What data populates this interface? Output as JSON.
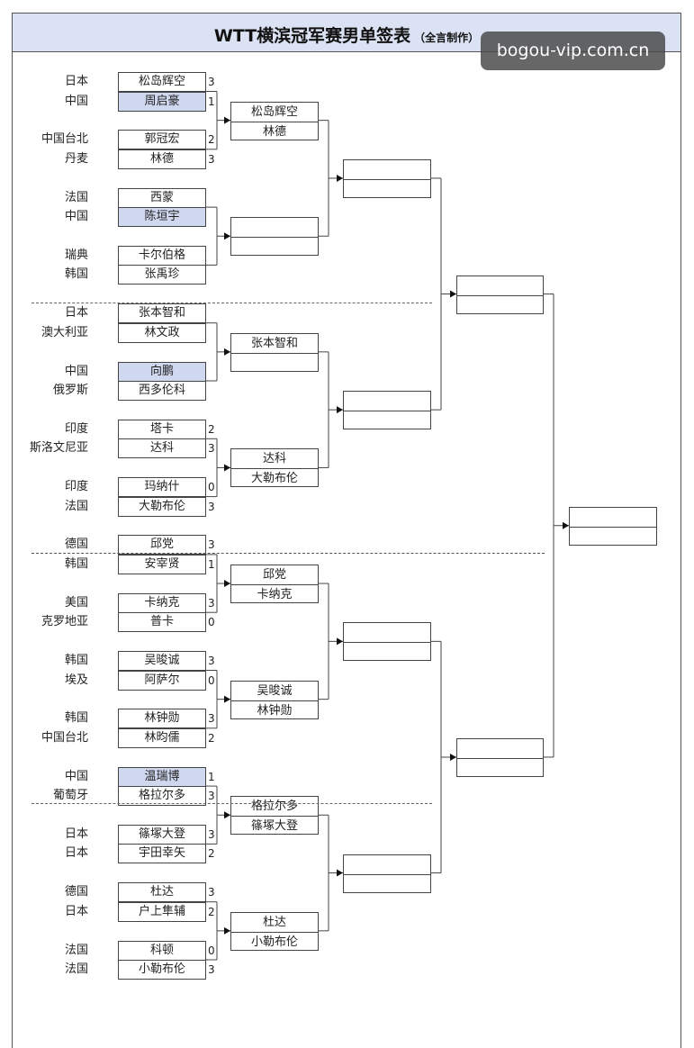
{
  "title": "WTT横滨冠军赛男单签表",
  "title_sub": "（全言制作）",
  "watermark": "bogou-vip.com.cn",
  "colors": {
    "header_bg": "#dbe2f4",
    "china_highlight": "#d0d8ef",
    "line": "#444444"
  },
  "round1": [
    {
      "country": "日本",
      "player": "松岛辉空",
      "score": "3",
      "highlight": false
    },
    {
      "country": "中国",
      "player": "周启豪",
      "score": "1",
      "highlight": true
    },
    {
      "country": "中国台北",
      "player": "郭冠宏",
      "score": "2",
      "highlight": false
    },
    {
      "country": "丹麦",
      "player": "林德",
      "score": "3",
      "highlight": false
    },
    {
      "country": "法国",
      "player": "西蒙",
      "score": "",
      "highlight": false
    },
    {
      "country": "中国",
      "player": "陈垣宇",
      "score": "",
      "highlight": true
    },
    {
      "country": "瑞典",
      "player": "卡尔伯格",
      "score": "",
      "highlight": false
    },
    {
      "country": "韩国",
      "player": "张禹珍",
      "score": "",
      "highlight": false
    },
    {
      "country": "日本",
      "player": "张本智和",
      "score": "",
      "highlight": false
    },
    {
      "country": "澳大利亚",
      "player": "林文政",
      "score": "",
      "highlight": false
    },
    {
      "country": "中国",
      "player": "向鹏",
      "score": "",
      "highlight": true
    },
    {
      "country": "俄罗斯",
      "player": "西多伦科",
      "score": "",
      "highlight": false
    },
    {
      "country": "印度",
      "player": "塔卡",
      "score": "2",
      "highlight": false
    },
    {
      "country": "斯洛文尼亚",
      "player": "达科",
      "score": "3",
      "highlight": false
    },
    {
      "country": "印度",
      "player": "玛纳什",
      "score": "0",
      "highlight": false
    },
    {
      "country": "法国",
      "player": "大勒布伦",
      "score": "3",
      "highlight": false
    },
    {
      "country": "德国",
      "player": "邱党",
      "score": "3",
      "highlight": false
    },
    {
      "country": "韩国",
      "player": "安宰贤",
      "score": "1",
      "highlight": false
    },
    {
      "country": "美国",
      "player": "卡纳克",
      "score": "3",
      "highlight": false
    },
    {
      "country": "克罗地亚",
      "player": "普卡",
      "score": "0",
      "highlight": false
    },
    {
      "country": "韩国",
      "player": "吴晙诚",
      "score": "3",
      "highlight": false
    },
    {
      "country": "埃及",
      "player": "阿萨尔",
      "score": "0",
      "highlight": false
    },
    {
      "country": "韩国",
      "player": "林钟勋",
      "score": "3",
      "highlight": false
    },
    {
      "country": "中国台北",
      "player": "林昀儒",
      "score": "2",
      "highlight": false
    },
    {
      "country": "中国",
      "player": "温瑞博",
      "score": "1",
      "highlight": true
    },
    {
      "country": "葡萄牙",
      "player": "格拉尔多",
      "score": "3",
      "highlight": false
    },
    {
      "country": "日本",
      "player": "篠塚大登",
      "score": "3",
      "highlight": false
    },
    {
      "country": "日本",
      "player": "宇田幸矢",
      "score": "2",
      "highlight": false
    },
    {
      "country": "德国",
      "player": "杜达",
      "score": "3",
      "highlight": false
    },
    {
      "country": "日本",
      "player": "户上隼辅",
      "score": "2",
      "highlight": false
    },
    {
      "country": "法国",
      "player": "科顿",
      "score": "0",
      "highlight": false
    },
    {
      "country": "法国",
      "player": "小勒布伦",
      "score": "3",
      "highlight": false
    }
  ],
  "round2": [
    {
      "top": "松岛辉空",
      "bottom": "林德"
    },
    {
      "top": "",
      "bottom": ""
    },
    {
      "top": "张本智和",
      "bottom": ""
    },
    {
      "top": "达科",
      "bottom": "大勒布伦"
    },
    {
      "top": "邱党",
      "bottom": "卡纳克"
    },
    {
      "top": "吴晙诚",
      "bottom": "林钟勋"
    },
    {
      "top": "格拉尔多",
      "bottom": "篠塚大登"
    },
    {
      "top": "杜达",
      "bottom": "小勒布伦"
    }
  ],
  "quarterfinals": [
    {
      "top": "",
      "bottom": ""
    },
    {
      "top": "",
      "bottom": ""
    },
    {
      "top": "",
      "bottom": ""
    },
    {
      "top": "",
      "bottom": ""
    }
  ],
  "semifinals": [
    {
      "top": "",
      "bottom": ""
    },
    {
      "top": "",
      "bottom": ""
    }
  ],
  "final": {
    "top": "",
    "bottom": ""
  }
}
